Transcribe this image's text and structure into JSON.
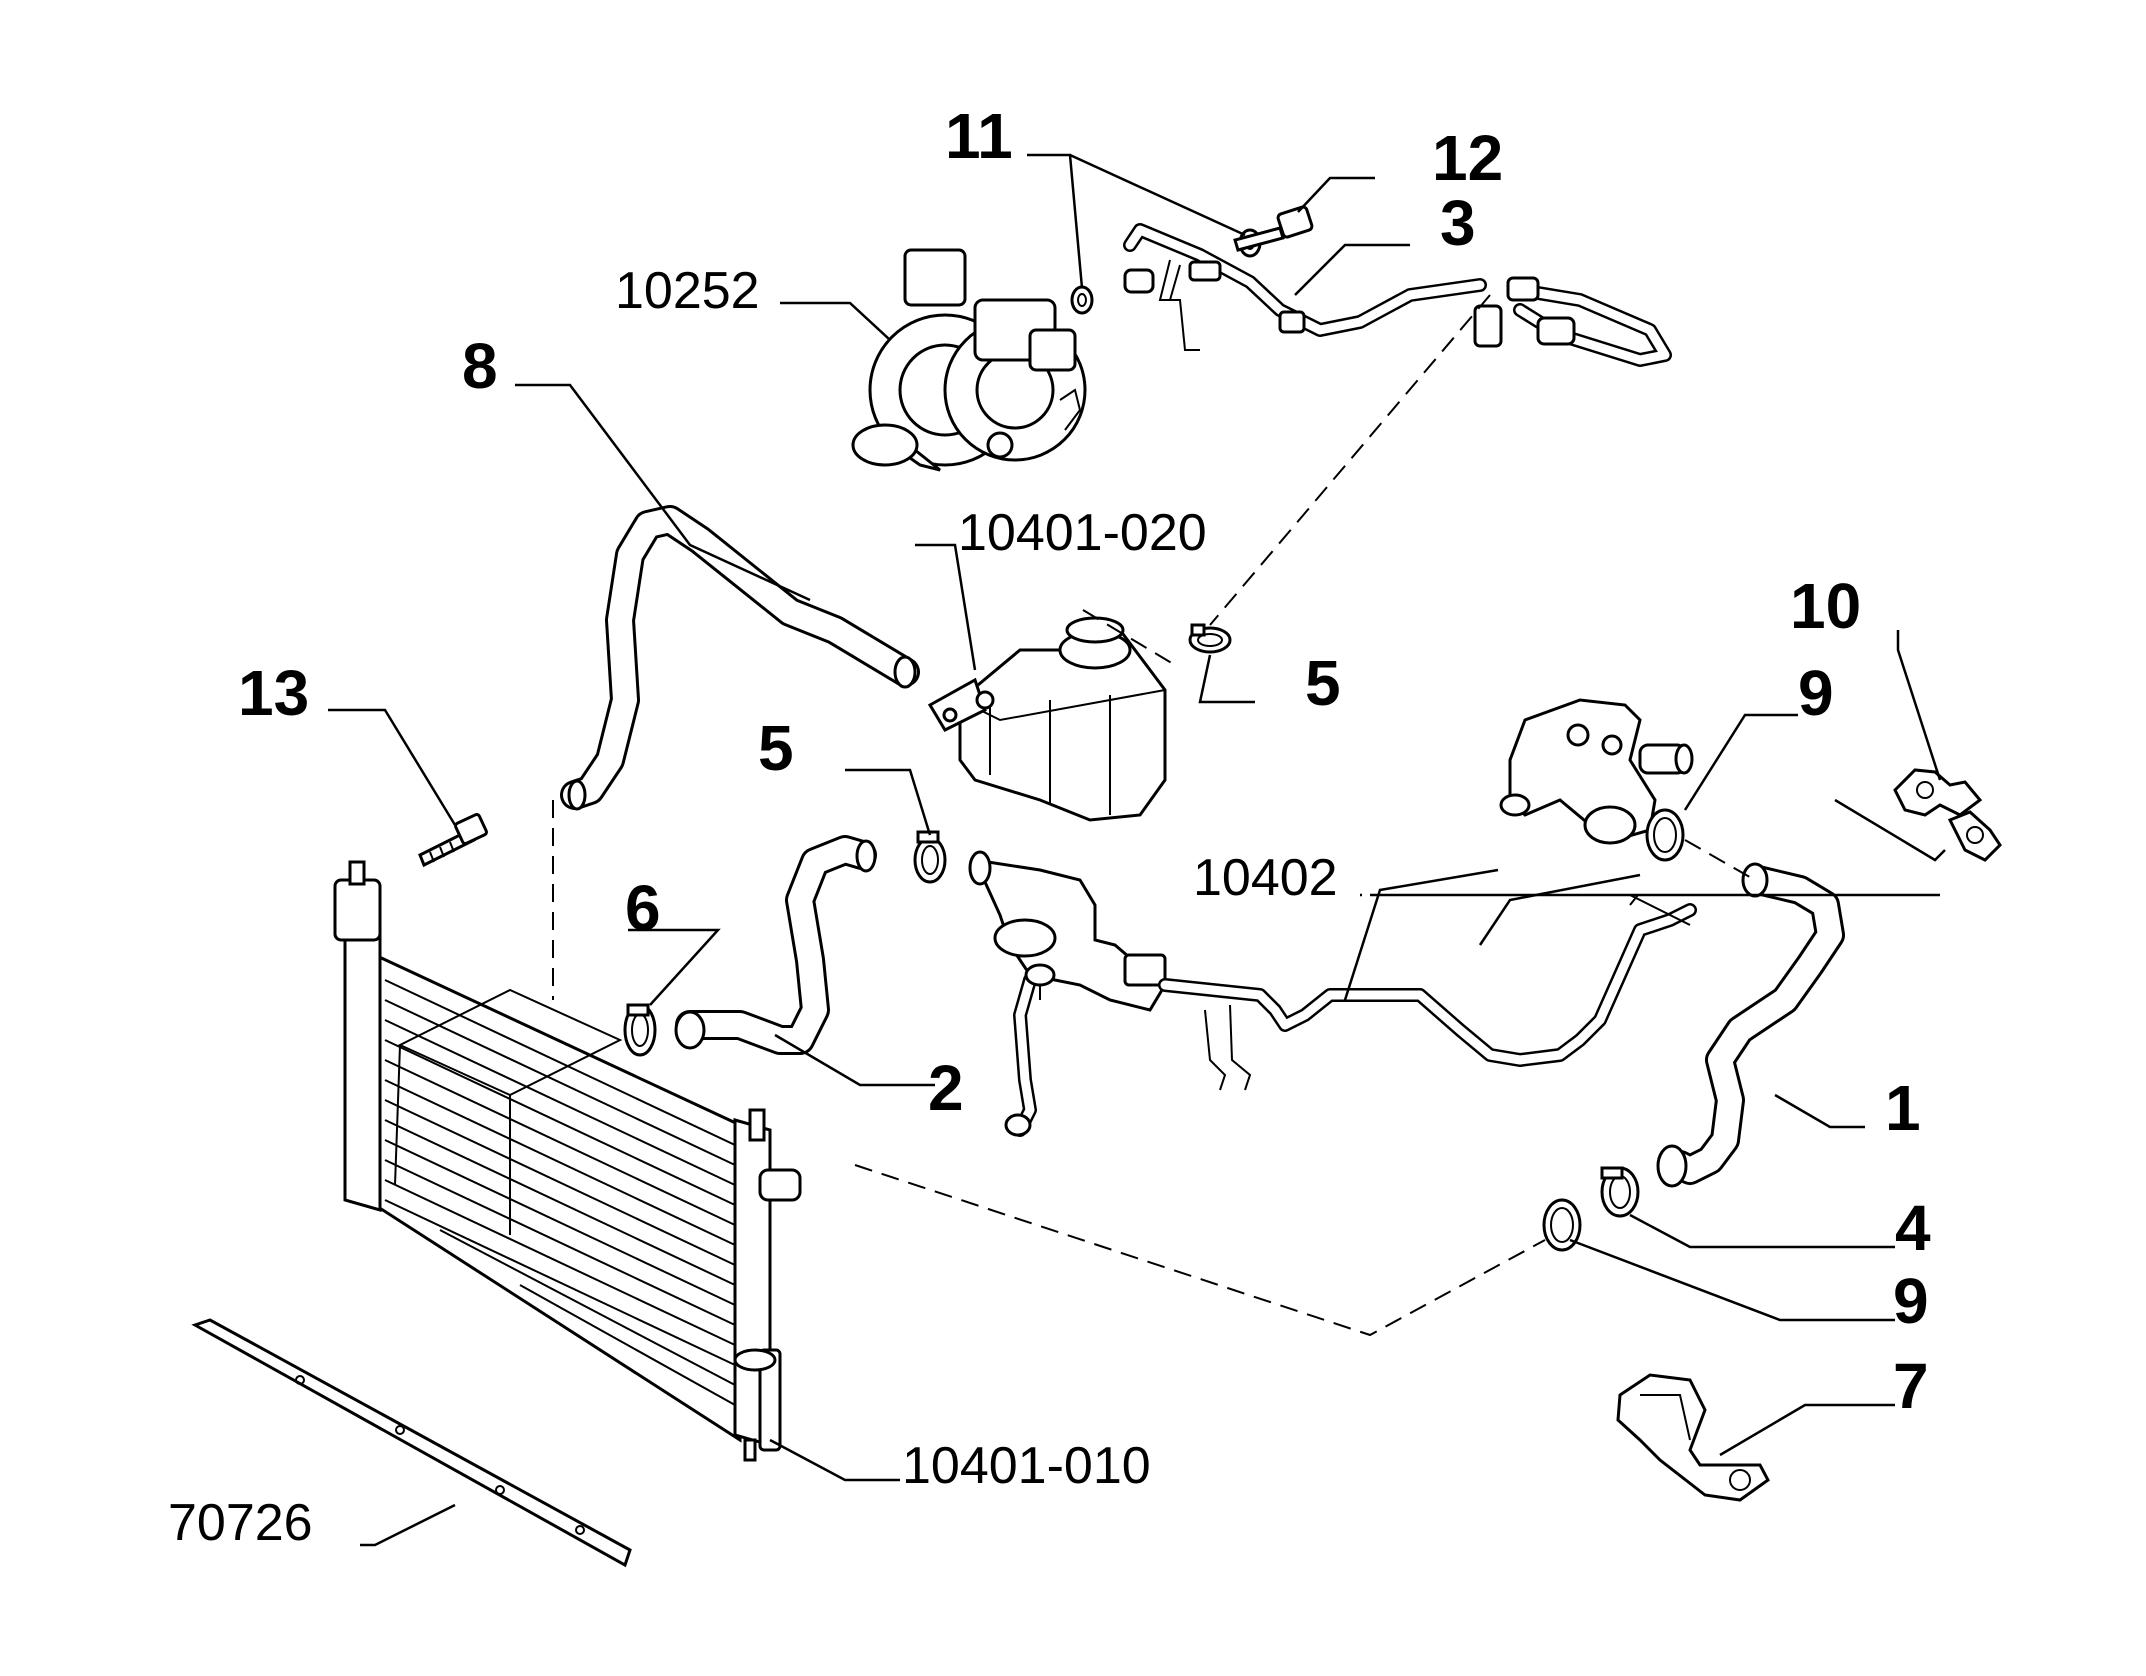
{
  "callouts": {
    "c1": "1",
    "c2": "2",
    "c3": "3",
    "c4": "4",
    "c5a": "5",
    "c5b": "5",
    "c6": "6",
    "c7": "7",
    "c8": "8",
    "c9a": "9",
    "c9b": "9",
    "c10": "10",
    "c11": "11",
    "c12": "12",
    "c13": "13"
  },
  "references": {
    "r10252": "10252",
    "r10401_020": "10401-020",
    "r10402": "10402",
    "r10401_010": "10401-010",
    "r70726": "70726"
  }
}
